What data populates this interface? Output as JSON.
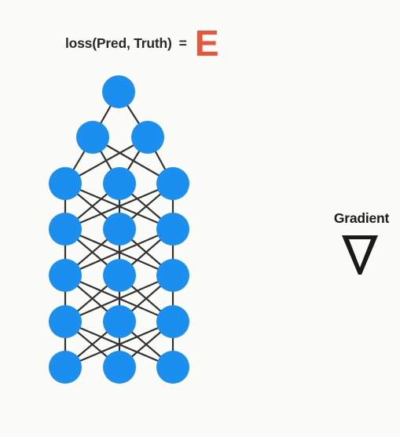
{
  "loss": {
    "label": "loss(Pred, Truth)",
    "equals": "=",
    "symbol": "E"
  },
  "gradient": {
    "title": "Gradient",
    "symbol": "∇"
  },
  "network": {
    "layers": [
      1,
      2,
      3,
      3,
      3,
      3,
      3
    ],
    "node_color": "#1a8ff0",
    "edge_color": "#333333"
  },
  "colors": {
    "background": "#fbfbf8",
    "error_symbol": "#e8553a",
    "text": "#2a2a2a"
  }
}
